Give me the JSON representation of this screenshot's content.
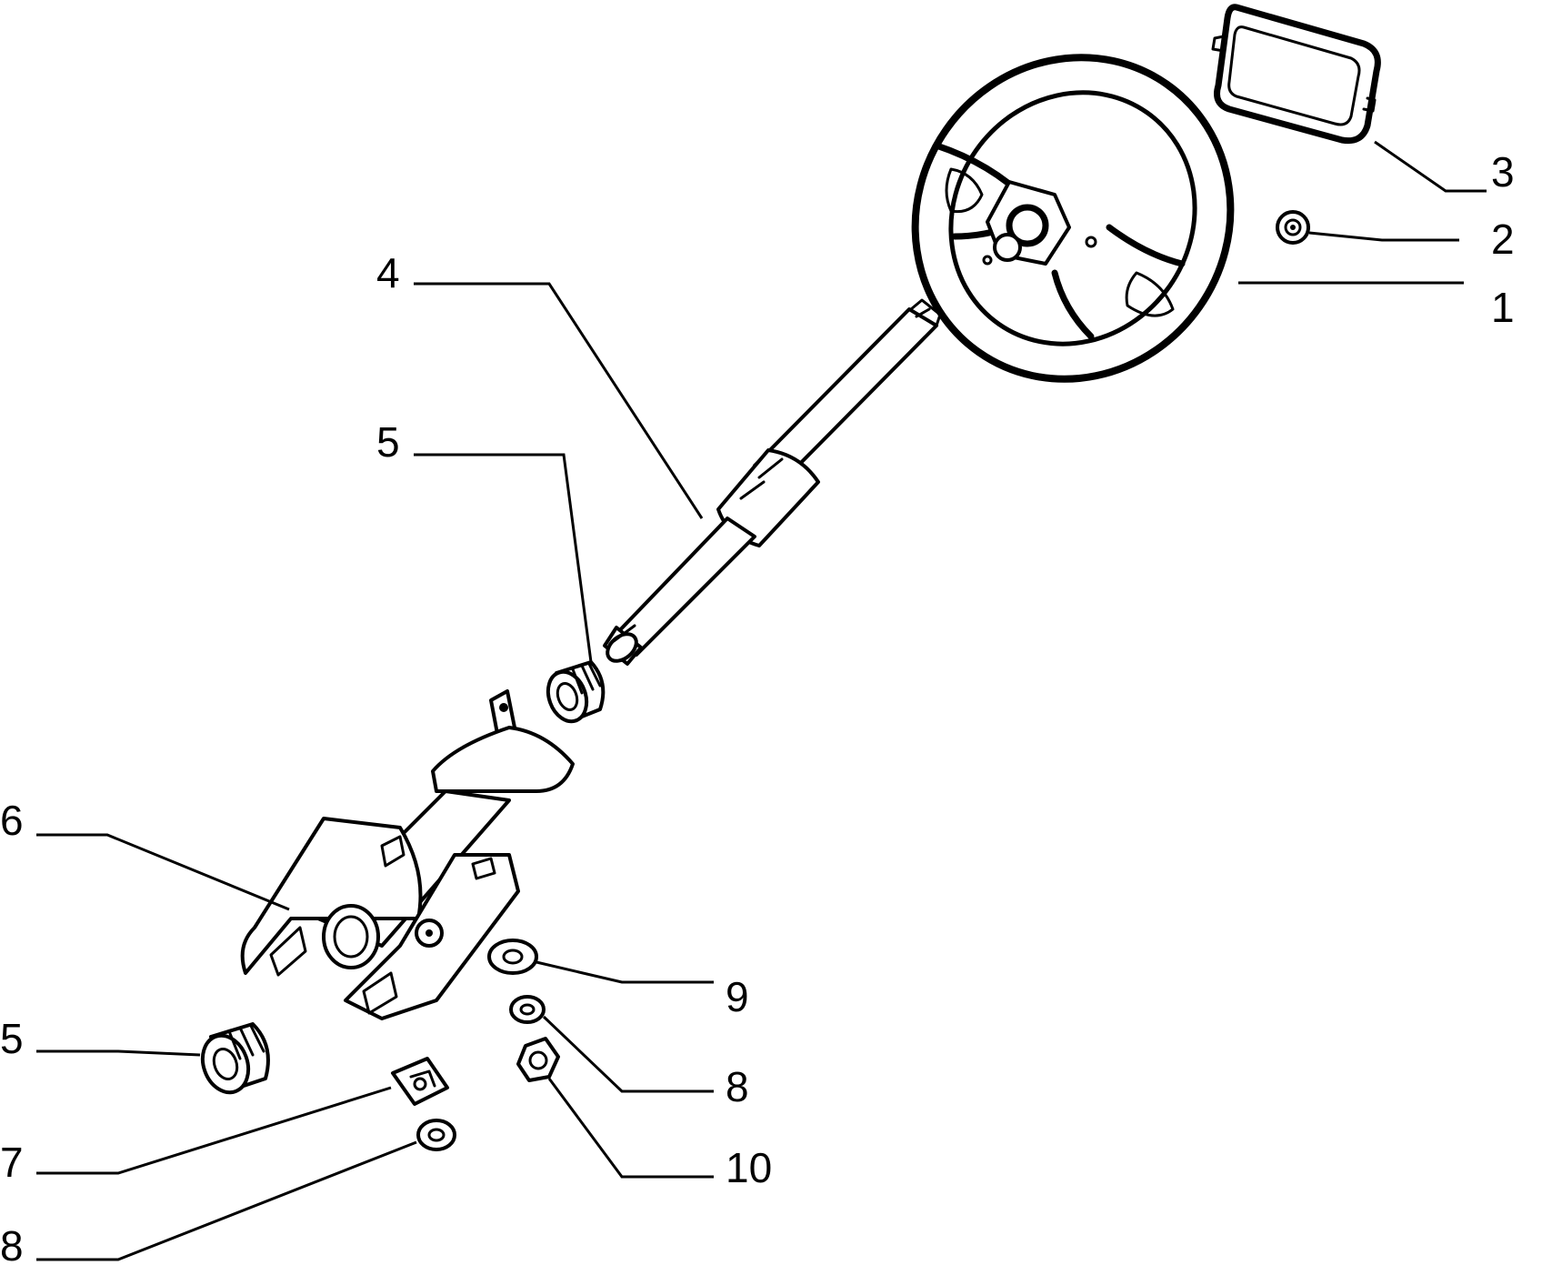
{
  "callouts": [
    {
      "id": "c1",
      "text": "1"
    },
    {
      "id": "c2",
      "text": "2"
    },
    {
      "id": "c3",
      "text": "3"
    },
    {
      "id": "c4",
      "text": "4"
    },
    {
      "id": "c5a",
      "text": "5"
    },
    {
      "id": "c5b",
      "text": "5"
    },
    {
      "id": "c6",
      "text": "6"
    },
    {
      "id": "c7",
      "text": "7"
    },
    {
      "id": "c8a",
      "text": "8"
    },
    {
      "id": "c8b",
      "text": "8"
    },
    {
      "id": "c9",
      "text": "9"
    },
    {
      "id": "c10",
      "text": "10"
    }
  ],
  "colors": {
    "ink": "#000000",
    "paper": "#ffffff"
  }
}
